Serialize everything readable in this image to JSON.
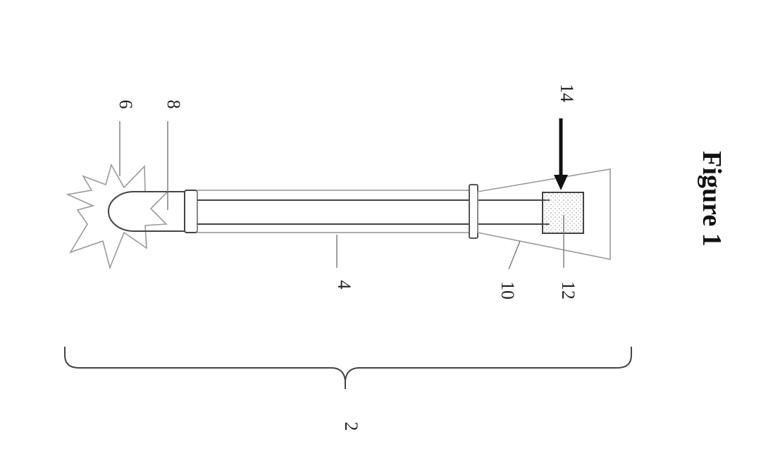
{
  "labels": {
    "overall": "2",
    "tube": "4",
    "spark": "6",
    "tip": "8",
    "funnel": "10",
    "block": "12",
    "arrow": "14"
  },
  "caption": "Figure 1"
}
